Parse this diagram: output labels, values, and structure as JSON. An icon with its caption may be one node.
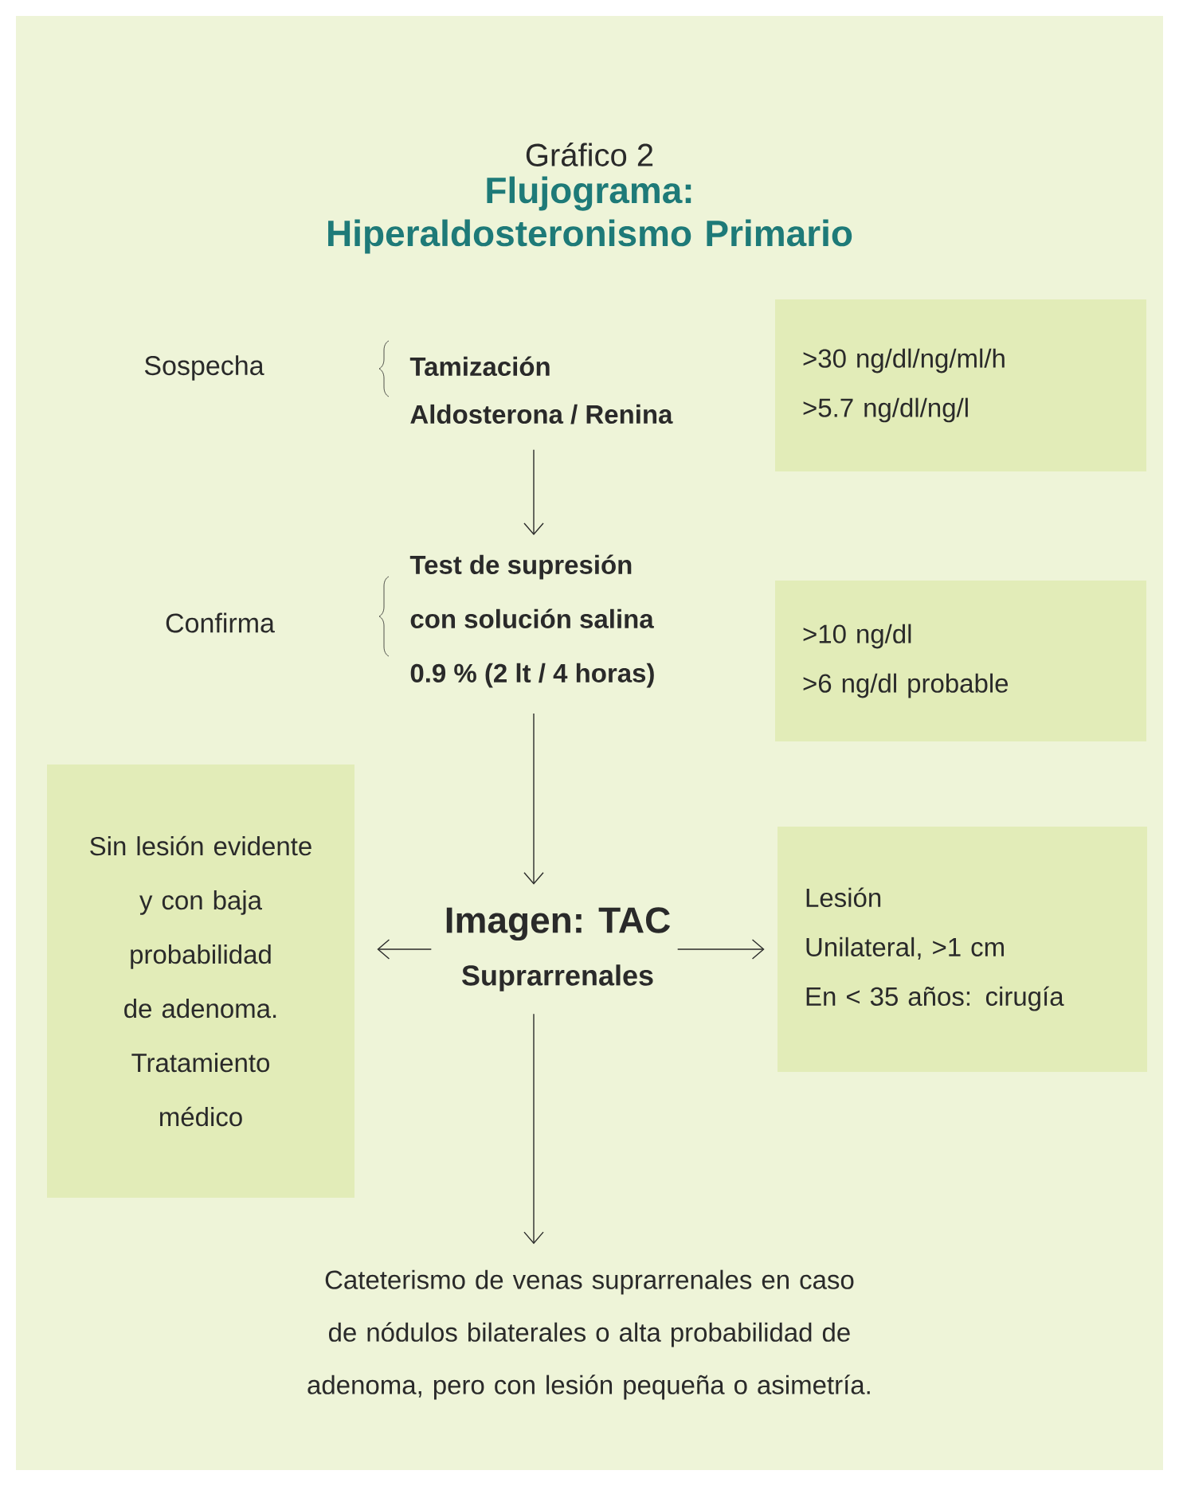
{
  "diagram": {
    "title": "Flujograma: Hiperaldosteronismo Primario",
    "nodes": [
      {
        "text": [
          "Tamización",
          "Aldosterona / Renina"
        ]
      },
      {
        "text": [
          "Test de supresión",
          "con solución salina",
          "0.9 % (2 lt / 4 horas)"
        ]
      },
      {
        "text": [
          "Imagen: TAC",
          "Suprarrenales"
        ]
      },
      {
        "text": [
          "Sin lesión evidente y con baja probabilidad de adenoma. Tratamiento médico"
        ]
      },
      {
        "text": [
          "Lesión",
          "Unilateral, >1 cm",
          "En < 35 años: cirugía"
        ]
      },
      {
        "text": [
          "Cateterismo de venas suprarrenales en caso de nódulos bilaterales o alta probabilidad de adenoma, pero con lesión pequeña o asimetría."
        ]
      },
      {
        "text": [
          ">30 ng/dl/ng/ml/h",
          ">5.7 ng/dl/ng/l"
        ]
      },
      {
        "text": [
          ">10 ng/dl",
          ">6 ng/dl probable"
        ]
      }
    ],
    "edges": [
      {
        "from": 0,
        "to": 1,
        "arrow": "to"
      },
      {
        "from": 1,
        "to": 2,
        "arrow": "to"
      },
      {
        "from": 2,
        "to": 3,
        "arrow": "to"
      },
      {
        "from": 2,
        "to": 4,
        "arrow": "to"
      },
      {
        "from": 2,
        "to": 5,
        "arrow": "to"
      }
    ],
    "labels": [
      "Gráfico 2",
      "Sospecha",
      "Confirma"
    ]
  }
}
